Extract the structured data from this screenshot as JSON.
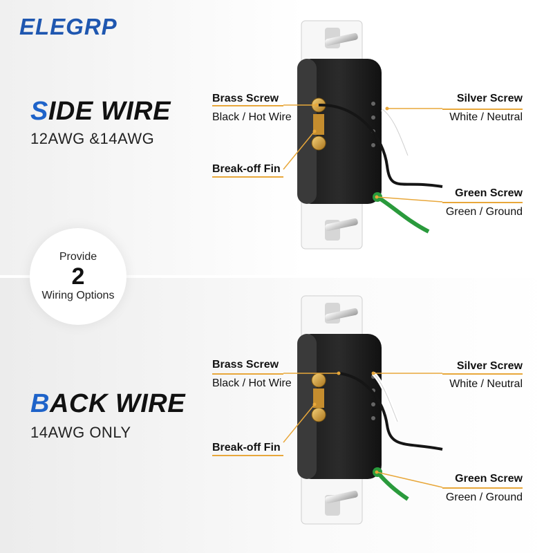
{
  "brand": {
    "logo": "ELEGRP"
  },
  "side_wire": {
    "title_first": "S",
    "title_rest": "IDE WIRE",
    "subtitle": "12AWG &14AWG",
    "brass_screw": "Brass Screw",
    "brass_desc": "Black / Hot Wire",
    "breakoff": "Break-off Fin",
    "silver_screw": "Silver Screw",
    "silver_desc": "White / Neutral",
    "green_screw": "Green Screw",
    "green_desc": "Green / Ground"
  },
  "badge": {
    "line1": "Provide",
    "number": "2",
    "line3": "Wiring Options"
  },
  "back_wire": {
    "title_first": "B",
    "title_rest": "ACK WIRE",
    "subtitle": "14AWG ONLY",
    "brass_screw": "Brass Screw",
    "brass_desc": "Black / Hot Wire",
    "breakoff": "Break-off Fin",
    "silver_screw": "Silver Screw",
    "silver_desc": "White / Neutral",
    "green_screw": "Green Screw",
    "green_desc": "Green / Ground"
  },
  "colors": {
    "brand_blue": "#1f57b0",
    "accent_blue": "#1e63c9",
    "callout_orange": "#e8a73a",
    "ground_green": "#2a9a3c"
  }
}
